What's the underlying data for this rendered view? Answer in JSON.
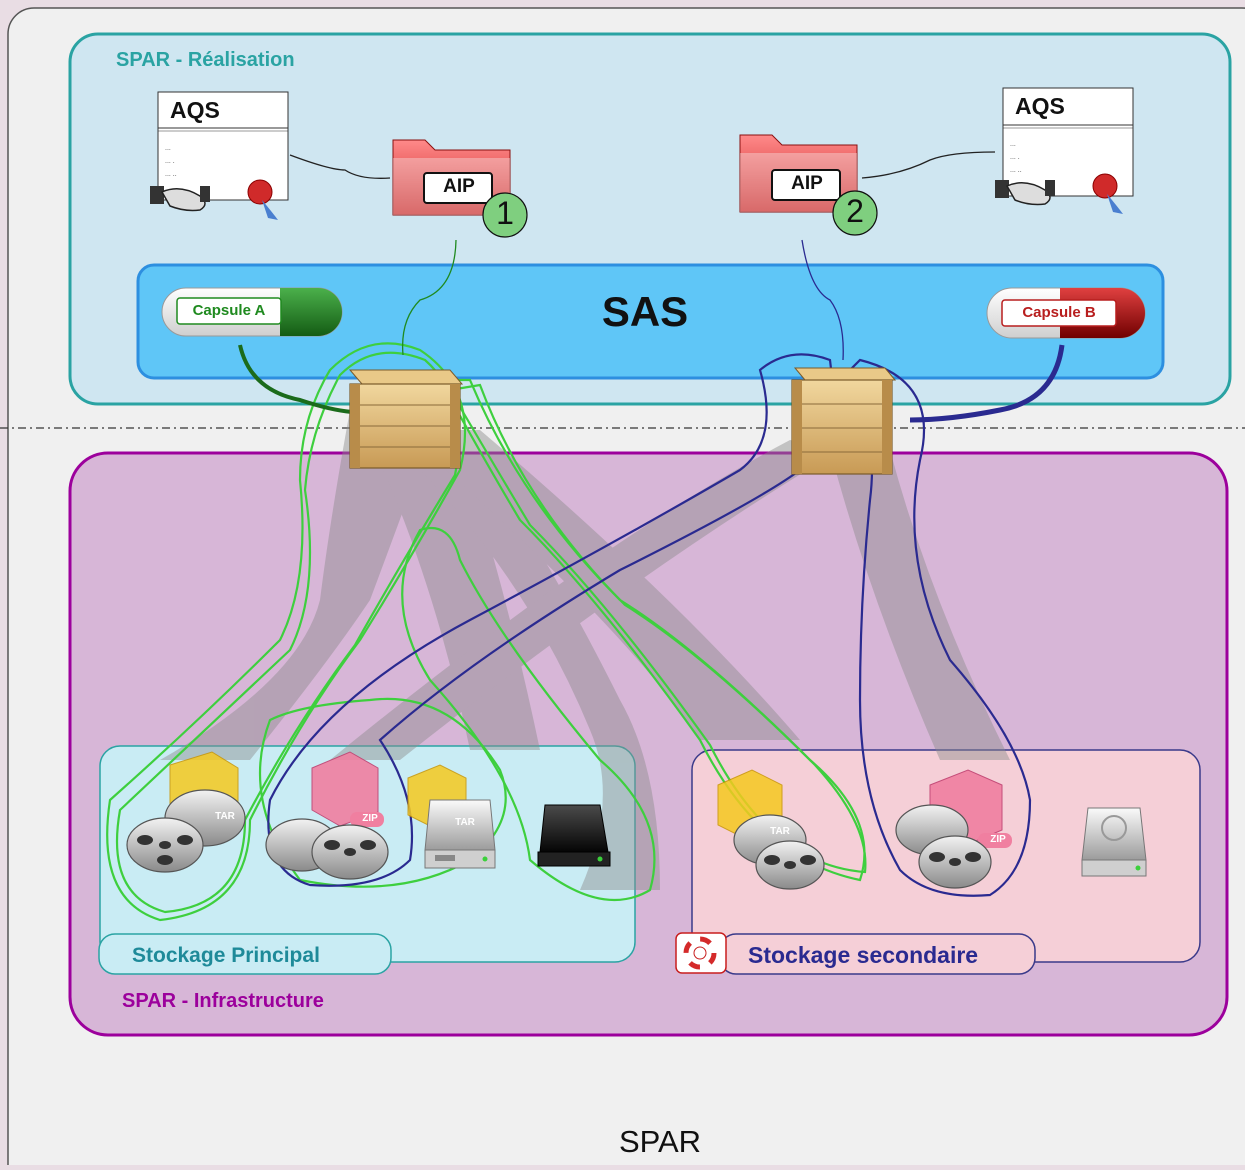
{
  "outer": {
    "label": "SPAR"
  },
  "realisation": {
    "label": "SPAR - Réalisation"
  },
  "sas": {
    "label": "SAS"
  },
  "capsule_a": {
    "label": "Capsule A"
  },
  "capsule_b": {
    "label": "Capsule B"
  },
  "aqs_left": {
    "title": "AQS"
  },
  "aqs_right": {
    "title": "AQS"
  },
  "aip_left": {
    "label": "AIP",
    "number": "1"
  },
  "aip_right": {
    "label": "AIP",
    "number": "2"
  },
  "infrastructure": {
    "label": "SPAR - Infrastructure"
  },
  "stockage_principal": {
    "label": "Stockage Principal"
  },
  "stockage_secondaire": {
    "label": "Stockage secondaire"
  },
  "badges": {
    "tar": "TAR",
    "zip": "ZIP"
  },
  "colors": {
    "realisation_fill": "#cfe6f1",
    "realisation_border": "#2aa3a3",
    "sas_fill": "#5fc6f7",
    "infra_fill": "#d7b6d7",
    "infra_border": "#9c009c",
    "principal_fill": "#c9ecf4",
    "secondaire_fill": "#f5cfd7",
    "green_path": "#3ecf3e",
    "blue_path": "#2a2a90"
  }
}
